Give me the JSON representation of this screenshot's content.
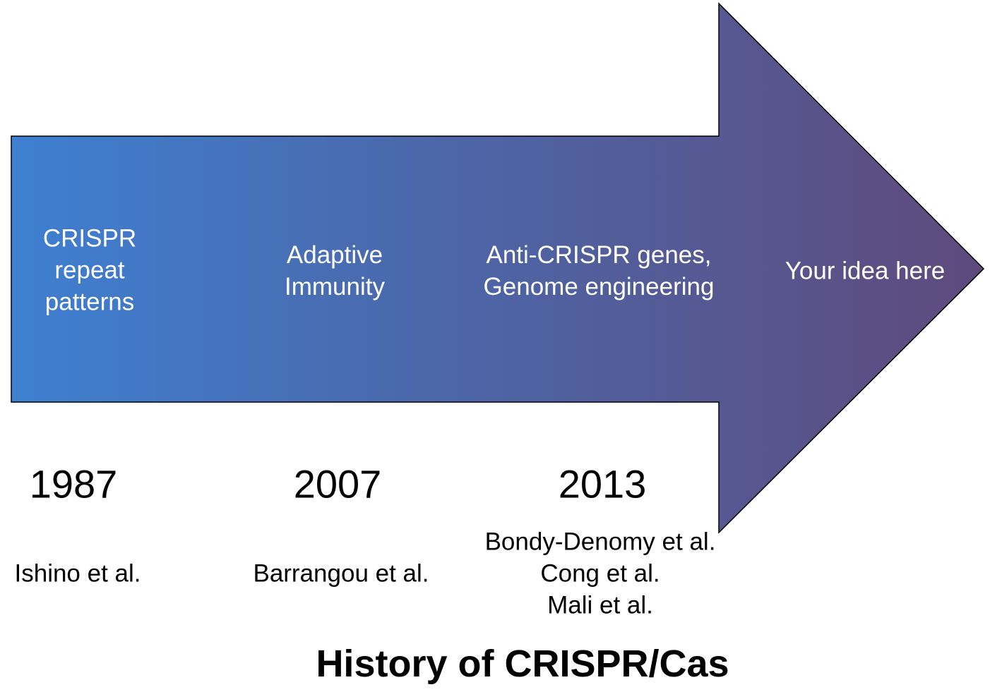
{
  "colors": {
    "gradient_start": "#3e80d1",
    "gradient_mid": "#4c66a8",
    "gradient_end": "#5f4a7c"
  },
  "milestones": [
    {
      "label_lines": [
        "CRISPR",
        "repeat",
        "patterns"
      ],
      "year": "1987",
      "citations": [
        "Ishino et al."
      ]
    },
    {
      "label_lines": [
        "Adaptive",
        "Immunity"
      ],
      "year": "2007",
      "citations": [
        "Barrangou et al."
      ]
    },
    {
      "label_lines": [
        "Anti-CRISPR genes,",
        "Genome engineering"
      ],
      "year": "2013",
      "citations": [
        "Bondy-Denomy et al.",
        "Cong et al.",
        "Mali et al."
      ]
    },
    {
      "label_lines": [
        "Your idea here"
      ]
    }
  ],
  "title": "History of CRISPR/Cas"
}
